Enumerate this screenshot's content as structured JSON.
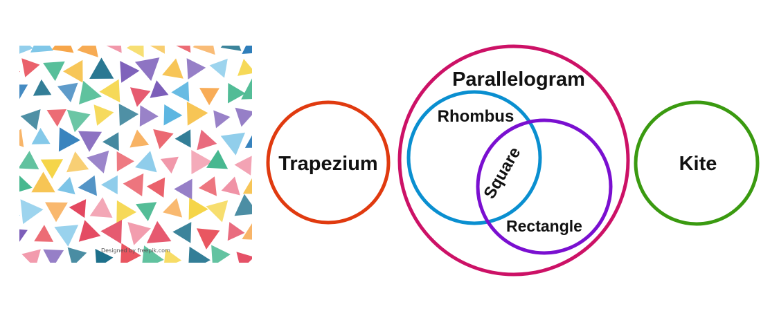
{
  "pattern_image": {
    "name": "watercolor-triangles-pattern",
    "credit": "Designed by freepik.com",
    "palette": [
      "#e8505b",
      "#f7a64a",
      "#f5d547",
      "#7ec6e8",
      "#2b7bb9",
      "#1a6e8a",
      "#3cb489",
      "#7a5cb8",
      "#f08fa3",
      "#e23e57",
      "#f6c14a",
      "#58b4e0"
    ]
  },
  "diagram": {
    "shapes": [
      {
        "key": "trapezium",
        "label": "Trapezium",
        "color": "#e03a0f"
      },
      {
        "key": "parallelogram",
        "label": "Parallelogram",
        "color": "#cc1166"
      },
      {
        "key": "rhombus",
        "label": "Rhombus",
        "color": "#0a8fd0"
      },
      {
        "key": "rectangle",
        "label": "Rectangle",
        "color": "#7a0fd0"
      },
      {
        "key": "square",
        "label": "Square",
        "color": "#111111"
      },
      {
        "key": "kite",
        "label": "Kite",
        "color": "#3a9a10"
      }
    ]
  }
}
